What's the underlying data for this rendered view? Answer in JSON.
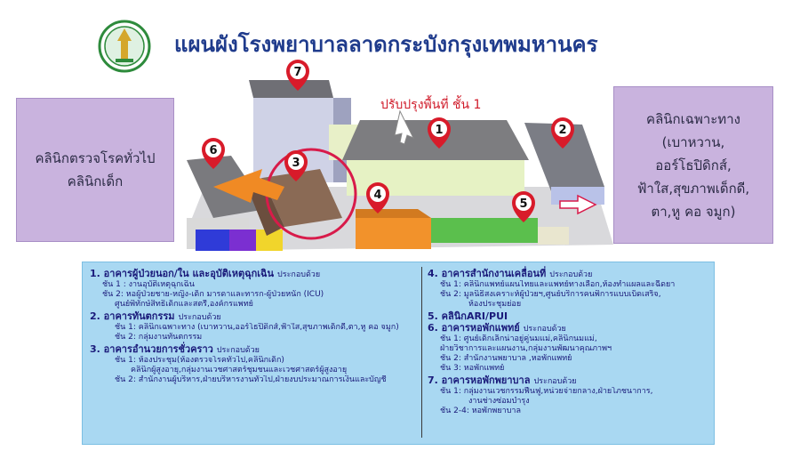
{
  "title": "แผนผังโรงพยาบาลลาดกระบังกรุงเทพมหานคร",
  "left_box": {
    "lines": [
      "คลินิกตรวจโรคทั่วไป",
      "คลินิกเด็ก"
    ]
  },
  "right_box": {
    "lines": [
      "คลินิกเฉพาะทาง",
      "(เบาหวาน,",
      "ออร์โธปิดิกส์,",
      "ฟ้าใส,สุขภาพเด็กดี,",
      "ตา,หู คอ จมูก)"
    ]
  },
  "map": {
    "renovation_label": "ปรับปรุงพื้นที่ ชั้น 1",
    "pins": [
      "1",
      "2",
      "3",
      "4",
      "5",
      "6",
      "7"
    ]
  },
  "sections_left": [
    {
      "head": "1. อาคารผู้ป่วยนอก/ใน และอุบัติเหตุฉุกเฉิน",
      "note": "ประกอบด้วย",
      "lines": [
        {
          "text": "ชั้น 1 :  งานอุบัติเหตุฉุกเฉิน",
          "indent": 1
        },
        {
          "text": "ชั้น 2:  หอผู้ป่วยชาย-หญิง-เด็ก มารดาและทารก-ผู้ป่วยหนัก (ICU)",
          "indent": 1
        },
        {
          "text": "ศูนย์พิทักษ์สิทธิเด็กและสตรี,องค์กรแพทย์",
          "indent": 2
        }
      ]
    },
    {
      "head": "2. อาคารทันตกรรม",
      "note": "ประกอบด้วย",
      "lines": [
        {
          "text": "ชั้น 1: คลินิกเฉพาะทาง (เบาหวาน,ออร์โธปิดิกส์,ฟ้าใส,สุขภาพเด็กดี,ตา,หู คอ จมูก)",
          "indent": 2
        },
        {
          "text": "ชั้น 2: กลุ่มงานทันตกรรม",
          "indent": 2
        }
      ]
    },
    {
      "head": "3. อาคารอำนวยการชั่วคราว",
      "note": "ประกอบด้วย",
      "lines": [
        {
          "text": "ชั้น 1: ห้องประชุม(ห้องตรวจโรคทั่วไป,คลินิกเด็ก)",
          "indent": 2
        },
        {
          "text": "คลินิกผู้สูงอายุ,กลุ่มงานเวชศาสตร์ชุมชนและเวชศาสตร์ผู้สูงอายุ",
          "indent": 3
        },
        {
          "text": "ชั้น 2: สำนักงานผู้บริหาร,ฝ่ายบริหารงานทั่วไป,ฝ่ายงบประมาณการเงินและบัญชี",
          "indent": 2
        }
      ]
    }
  ],
  "sections_right": [
    {
      "head": "4. อาคารสำนักงานเคลื่อนที่",
      "note": "ประกอบด้วย",
      "lines": [
        {
          "text": "ชั้น 1: คลินิกแพทย์แผนไทยและแพทย์ทางเลือก,ห้องทำแผลและฉีดยา",
          "indent": 1
        },
        {
          "text": "ชั้น 2: มูลนิธิสงเคราะห์ผู้ป่วยฯ,ศูนย์บริการคนพิการแบบเบ็ดเสร็จ,",
          "indent": 1
        },
        {
          "text": "ห้องประชุมย่อย",
          "indent": 3
        }
      ]
    },
    {
      "head": "5. คลินิกARI/PUI",
      "note": "",
      "lines": []
    },
    {
      "head": "6. อาคารหอพักแพทย์",
      "note": "ประกอบด้วย",
      "lines": [
        {
          "text": "ชั้น 1: ศูนย์เด็กเล็กน่าอยู่คู่นมแม่,คลินิกนมแม่,",
          "indent": 1
        },
        {
          "text": "ฝ่ายวิชาการและแผนงาน,กลุ่มงานพัฒนาคุณภาพฯ",
          "indent": 1
        },
        {
          "text": "ชั้น 2: สำนักงานพยาบาล ,หอพักแพทย์",
          "indent": 1
        },
        {
          "text": "ชั้น 3: หอพักแพทย์",
          "indent": 1
        }
      ]
    },
    {
      "head": "7. อาคารหอพักพยาบาล",
      "note": "ประกอบด้วย",
      "lines": [
        {
          "text": "ชั้น 1: กลุ่มงานเวชกรรมฟื้นฟู,หน่วยจ่ายกลาง,ฝ่ายโภชนาการ,",
          "indent": 1
        },
        {
          "text": "งานช่างซ่อมบำรุง",
          "indent": 3
        },
        {
          "text": "ชั้น 2-4: หอพักพยาบาล",
          "indent": 1
        }
      ]
    }
  ]
}
